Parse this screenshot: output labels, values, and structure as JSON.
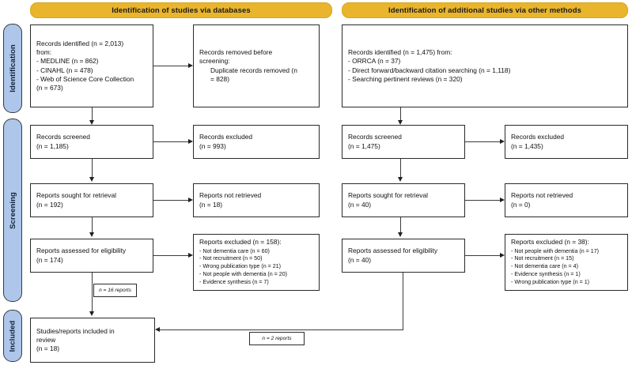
{
  "diagram": {
    "type": "prisma-flow-diagram",
    "banners": [
      {
        "id": "databases",
        "label": "Identification of studies via databases"
      },
      {
        "id": "other-methods",
        "label": "Identification of additional studies via other methods"
      }
    ],
    "stages": [
      {
        "id": "identification",
        "label": "Identification"
      },
      {
        "id": "screening",
        "label": "Screening"
      },
      {
        "id": "included",
        "label": "Included"
      }
    ],
    "left_column": {
      "identified": {
        "title": "Records identified (n = 2,013)\nfrom:",
        "sources": [
          "- MEDLINE (n = 862)",
          "- CINAHL (n = 478)",
          "- Web of Science Core Collection",
          "(n = 673)"
        ]
      },
      "removed": {
        "title": "Records removed before\nscreening:",
        "detail": "Duplicate records removed (n\n= 828)"
      },
      "screened": {
        "title": "Records screened",
        "count": "(n = 1,185)"
      },
      "excluded": {
        "title": "Records excluded",
        "count": "(n = 993)"
      },
      "sought": {
        "title": "Reports sought for retrieval",
        "count": "(n = 192)"
      },
      "not_retrieved": {
        "title": "Reports not retrieved",
        "count": "(n = 18)"
      },
      "assessed": {
        "title": "Reports assessed for eligibility",
        "count": "(n = 174)"
      },
      "reports_excluded": {
        "title": "Reports excluded (n = 158):",
        "reasons": [
          "- Not dementia care (n = 60)",
          "- Not recruitment (n = 50)",
          "- Wrong publication type (n = 21)",
          "- Not people with dementia (n = 20)",
          "- Evidence synthesis (n = 7)"
        ]
      },
      "note": "n = 16 reports"
    },
    "right_column": {
      "identified": {
        "title": "Records identified (n = 1,475) from:",
        "sources": [
          "- ORRCA (n = 37)",
          "- Direct forward/backward citation searching (n = 1,118)",
          "- Searching pertinent reviews (n = 320)"
        ]
      },
      "screened": {
        "title": "Records screened",
        "count": "(n = 1,475)"
      },
      "excluded": {
        "title": "Records excluded",
        "count": "(n = 1,435)"
      },
      "sought": {
        "title": "Reports sought for retrieval",
        "count": "(n = 40)"
      },
      "not_retrieved": {
        "title": "Reports not retrieved",
        "count": "(n = 0)"
      },
      "assessed": {
        "title": "Reports assessed for eligibility",
        "count": "(n = 40)"
      },
      "reports_excluded": {
        "title": "Reports excluded (n = 38):",
        "reasons": [
          "- Not people with dementia (n = 17)",
          "- Not recruitment (n = 15)",
          "- Not dementia care (n = 4)",
          "- Evidence synthesis (n = 1)",
          "- Wrong publication type (n = 1)"
        ]
      },
      "note": "n = 2 reports"
    },
    "included_box": {
      "title": "Studies/reports included in\nreview",
      "count": "(n = 18)"
    },
    "colors": {
      "banner": "#e9b52d",
      "stage_pill": "#adc6e9",
      "box_border": "#2a2a2a",
      "connector": "#3b3b3b"
    }
  }
}
